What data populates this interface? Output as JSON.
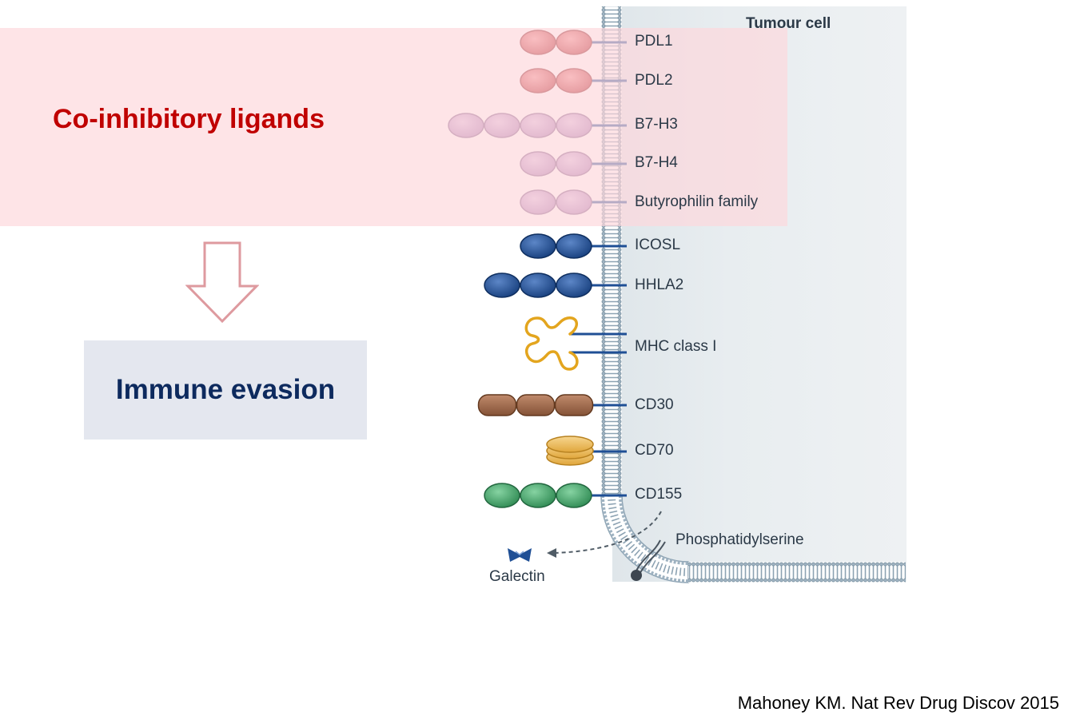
{
  "highlight": {
    "title": "Co-inhibitory ligands"
  },
  "result": {
    "label": "Immune evasion"
  },
  "cell": {
    "label": "Tumour cell"
  },
  "ligands": [
    {
      "name": "PDL1",
      "shape": "oval",
      "count": 2,
      "color": "#c8262b"
    },
    {
      "name": "PDL2",
      "shape": "oval",
      "count": 2,
      "color": "#c8262b"
    },
    {
      "name": "B7-H3",
      "shape": "oval",
      "count": 4,
      "color": "#b184bc"
    },
    {
      "name": "B7-H4",
      "shape": "oval",
      "count": 2,
      "color": "#b184bc"
    },
    {
      "name": "Butyrophilin family",
      "shape": "oval",
      "count": 2,
      "color": "#b184bc"
    },
    {
      "name": "ICOSL",
      "shape": "oval",
      "count": 2,
      "color": "#1f4f95"
    },
    {
      "name": "HHLA2",
      "shape": "oval",
      "count": 3,
      "color": "#1f4f95"
    },
    {
      "name": "MHC class I",
      "shape": "mhc",
      "count": 1,
      "color": "#e3a51e"
    },
    {
      "name": "CD30",
      "shape": "rounded",
      "count": 3,
      "color": "#9a6447"
    },
    {
      "name": "CD70",
      "shape": "disc",
      "count": 1,
      "color": "#f2c05e"
    },
    {
      "name": "CD155",
      "shape": "oval",
      "count": 3,
      "color": "#3f9a62"
    }
  ],
  "other": {
    "phosphatidylserine": "Phosphatidylserine",
    "galectin": "Galectin"
  },
  "citation": "Mahoney KM. Nat Rev Drug Discov 2015",
  "colors": {
    "membrane": "#8da3b3",
    "connector": "#1f4f95",
    "highlight": "#fdd7dc",
    "title_red": "#c00000",
    "navy": "#0d2a5e"
  }
}
